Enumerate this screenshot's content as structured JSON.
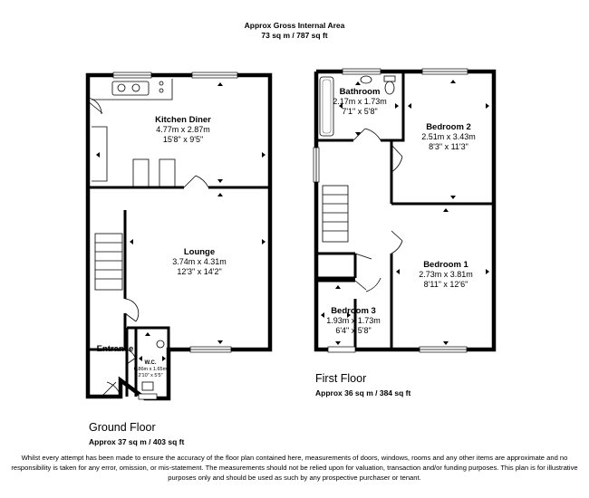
{
  "header": {
    "line1": "Approx Gross Internal Area",
    "line2": "73 sq m / 787 sq ft"
  },
  "ground_floor": {
    "label": "Ground Floor",
    "area": "Approx 37 sq m / 403 sq ft",
    "rooms": {
      "kitchen": {
        "name": "Kitchen Diner",
        "metric": "4.77m x 2.87m",
        "imperial": "15'8\" x 9'5\""
      },
      "lounge": {
        "name": "Lounge",
        "metric": "3.74m x 4.31m",
        "imperial": "12'3\" x 14'2\""
      },
      "entrance": {
        "name": "Entrance"
      },
      "wc": {
        "name": "W.C.",
        "metric": "0.86m x 1.65m",
        "imperial": "2'10\" x 5'5\""
      }
    }
  },
  "first_floor": {
    "label": "First Floor",
    "area": "Approx 36 sq m / 384 sq ft",
    "rooms": {
      "bathroom": {
        "name": "Bathroom",
        "metric": "2.17m x 1.73m",
        "imperial": "7'1\" x 5'8\""
      },
      "bedroom2": {
        "name": "Bedroom 2",
        "metric": "2.51m x 3.43m",
        "imperial": "8'3\" x 11'3\""
      },
      "bedroom1": {
        "name": "Bedroom 1",
        "metric": "2.73m x 3.81m",
        "imperial": "8'11\" x 12'6\""
      },
      "bedroom3": {
        "name": "Bedroom 3",
        "metric": "1.93m x 1.73m",
        "imperial": "6'4\" x 5'8\""
      }
    }
  },
  "disclaimer": "Whilst every attempt has been made to ensure the accuracy of the floor plan contained here, measurements of doors, windows, rooms and any other items are approximate and no responsibility is taken for any error, omission, or mis-statement. The measurements should not be relied upon for valuation, transaction and/or funding purposes. This plan is for illustrative purposes only and should be used as such by any prospective purchaser or tenant."
}
